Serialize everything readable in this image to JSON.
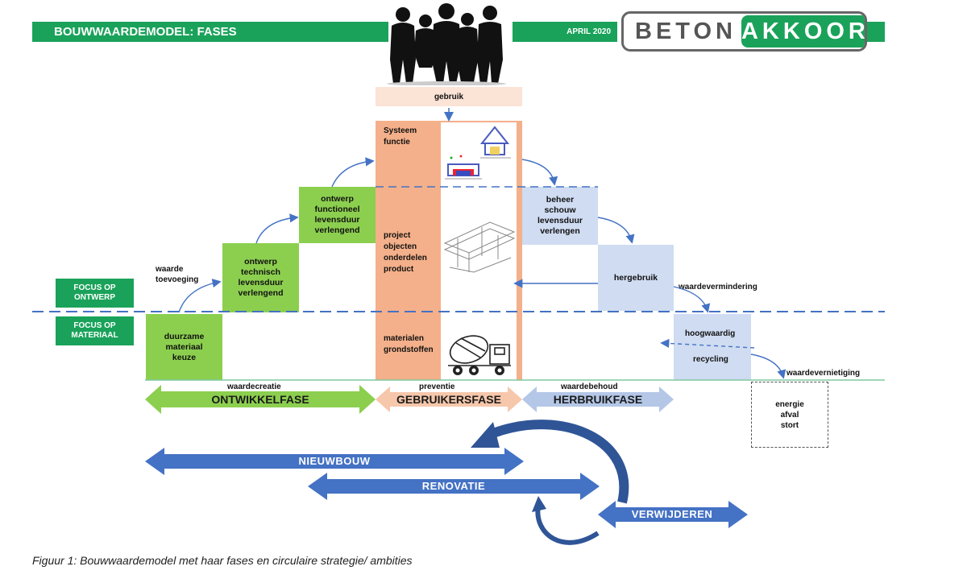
{
  "header": {
    "title": "BOUWWAARDEMODEL: FASES",
    "date": "APRIL 2020",
    "logo_left": "BETON",
    "logo_right": "AKKOORD"
  },
  "gebruik": "gebruik",
  "center": {
    "systeem": [
      "Systeem",
      "functie"
    ],
    "project": [
      "project",
      "objecten",
      "onderdelen",
      "product"
    ],
    "materialen": [
      "materialen",
      "grondstoffen"
    ]
  },
  "steps": {
    "duurzame": [
      "duurzame",
      "materiaal",
      "keuze"
    ],
    "technisch": [
      "ontwerp",
      "technisch",
      "levensduur",
      "verlengend"
    ],
    "functioneel": [
      "ontwerp",
      "functioneel",
      "levensduur",
      "verlengend"
    ],
    "beheer": [
      "beheer",
      "schouw",
      "levensduur",
      "verlengen"
    ],
    "hergebruik": "hergebruik",
    "hoogwaardig": "hoogwaardig",
    "recycling": "recycling",
    "energie": [
      "energie",
      "afval",
      "stort"
    ]
  },
  "labels": {
    "waarde_toevoeging": [
      "waarde",
      "toevoeging"
    ],
    "waardevermindering": "waardevermindering",
    "waardevernietiging": "waardevernietiging",
    "waardecreatie": "waardecreatie",
    "preventie": "preventie",
    "waardebehoud": "waardebehoud"
  },
  "focus": {
    "ontwerp": [
      "FOCUS OP",
      "ONTWERP"
    ],
    "materiaal": [
      "FOCUS OP",
      "MATERIAAL"
    ]
  },
  "phases": {
    "ontwikkelfase": "ONTWIKKELFASE",
    "gebruikersfase": "GEBRUIKERSFASE",
    "herbruikfase": "HERBRUIKFASE"
  },
  "strategies": {
    "nieuwbouw": "NIEUWBOUW",
    "renovatie": "RENOVATIE",
    "verwijderen": "VERWIJDEREN"
  },
  "caption": "Figuur 1: Bouwwaardemodel met haar fases en circulaire strategie/ ambities",
  "colors": {
    "brand_green": "#1aa25a",
    "step_green": "#8ccf4f",
    "center_orange": "#f4b08a",
    "pale_blue": "#cfdcf2",
    "strategy_blue": "#4472c4"
  }
}
